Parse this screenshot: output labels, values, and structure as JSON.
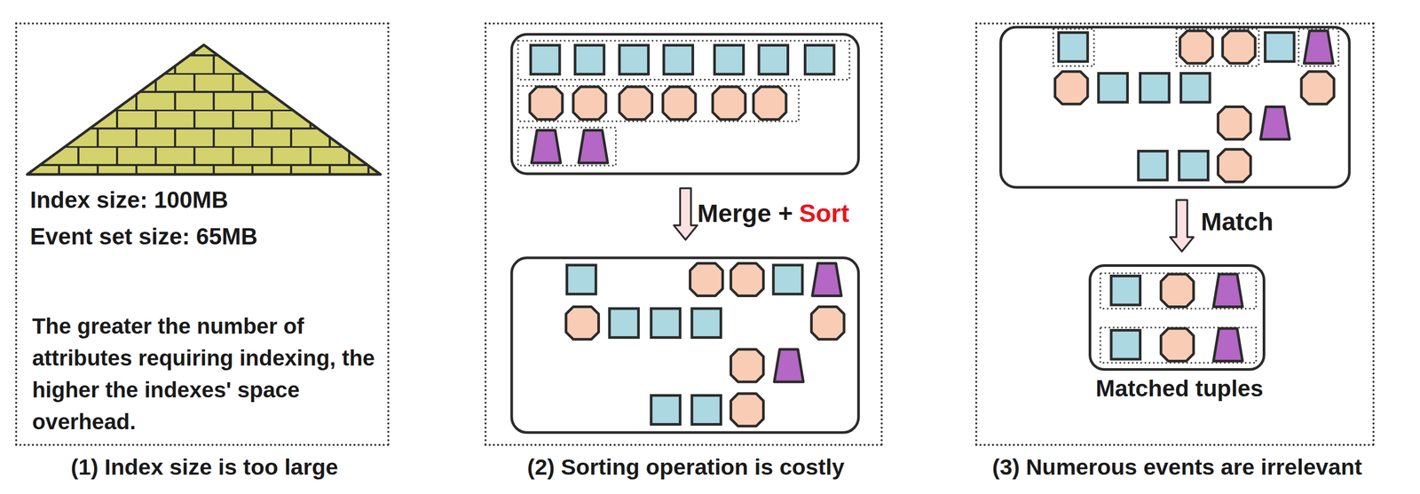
{
  "diagram": {
    "nodes": [
      {
        "text": [
          "Index size: 100MB",
          "Event set size: 65MB",
          "The greater the number of attributes requiring indexing, the higher the indexes' space overhead.",
          "(1) Index size is too large"
        ]
      },
      {
        "text": [
          "(2) Sorting operation is costly"
        ]
      },
      {
        "text": [
          "(3) Numerous events are irrelevant"
        ]
      },
      {
        "text": [
          "Matched tuples"
        ],
        "in": 2
      }
    ],
    "edges": [],
    "labels": [
      "Merge +",
      "Sort",
      "Match"
    ]
  }
}
